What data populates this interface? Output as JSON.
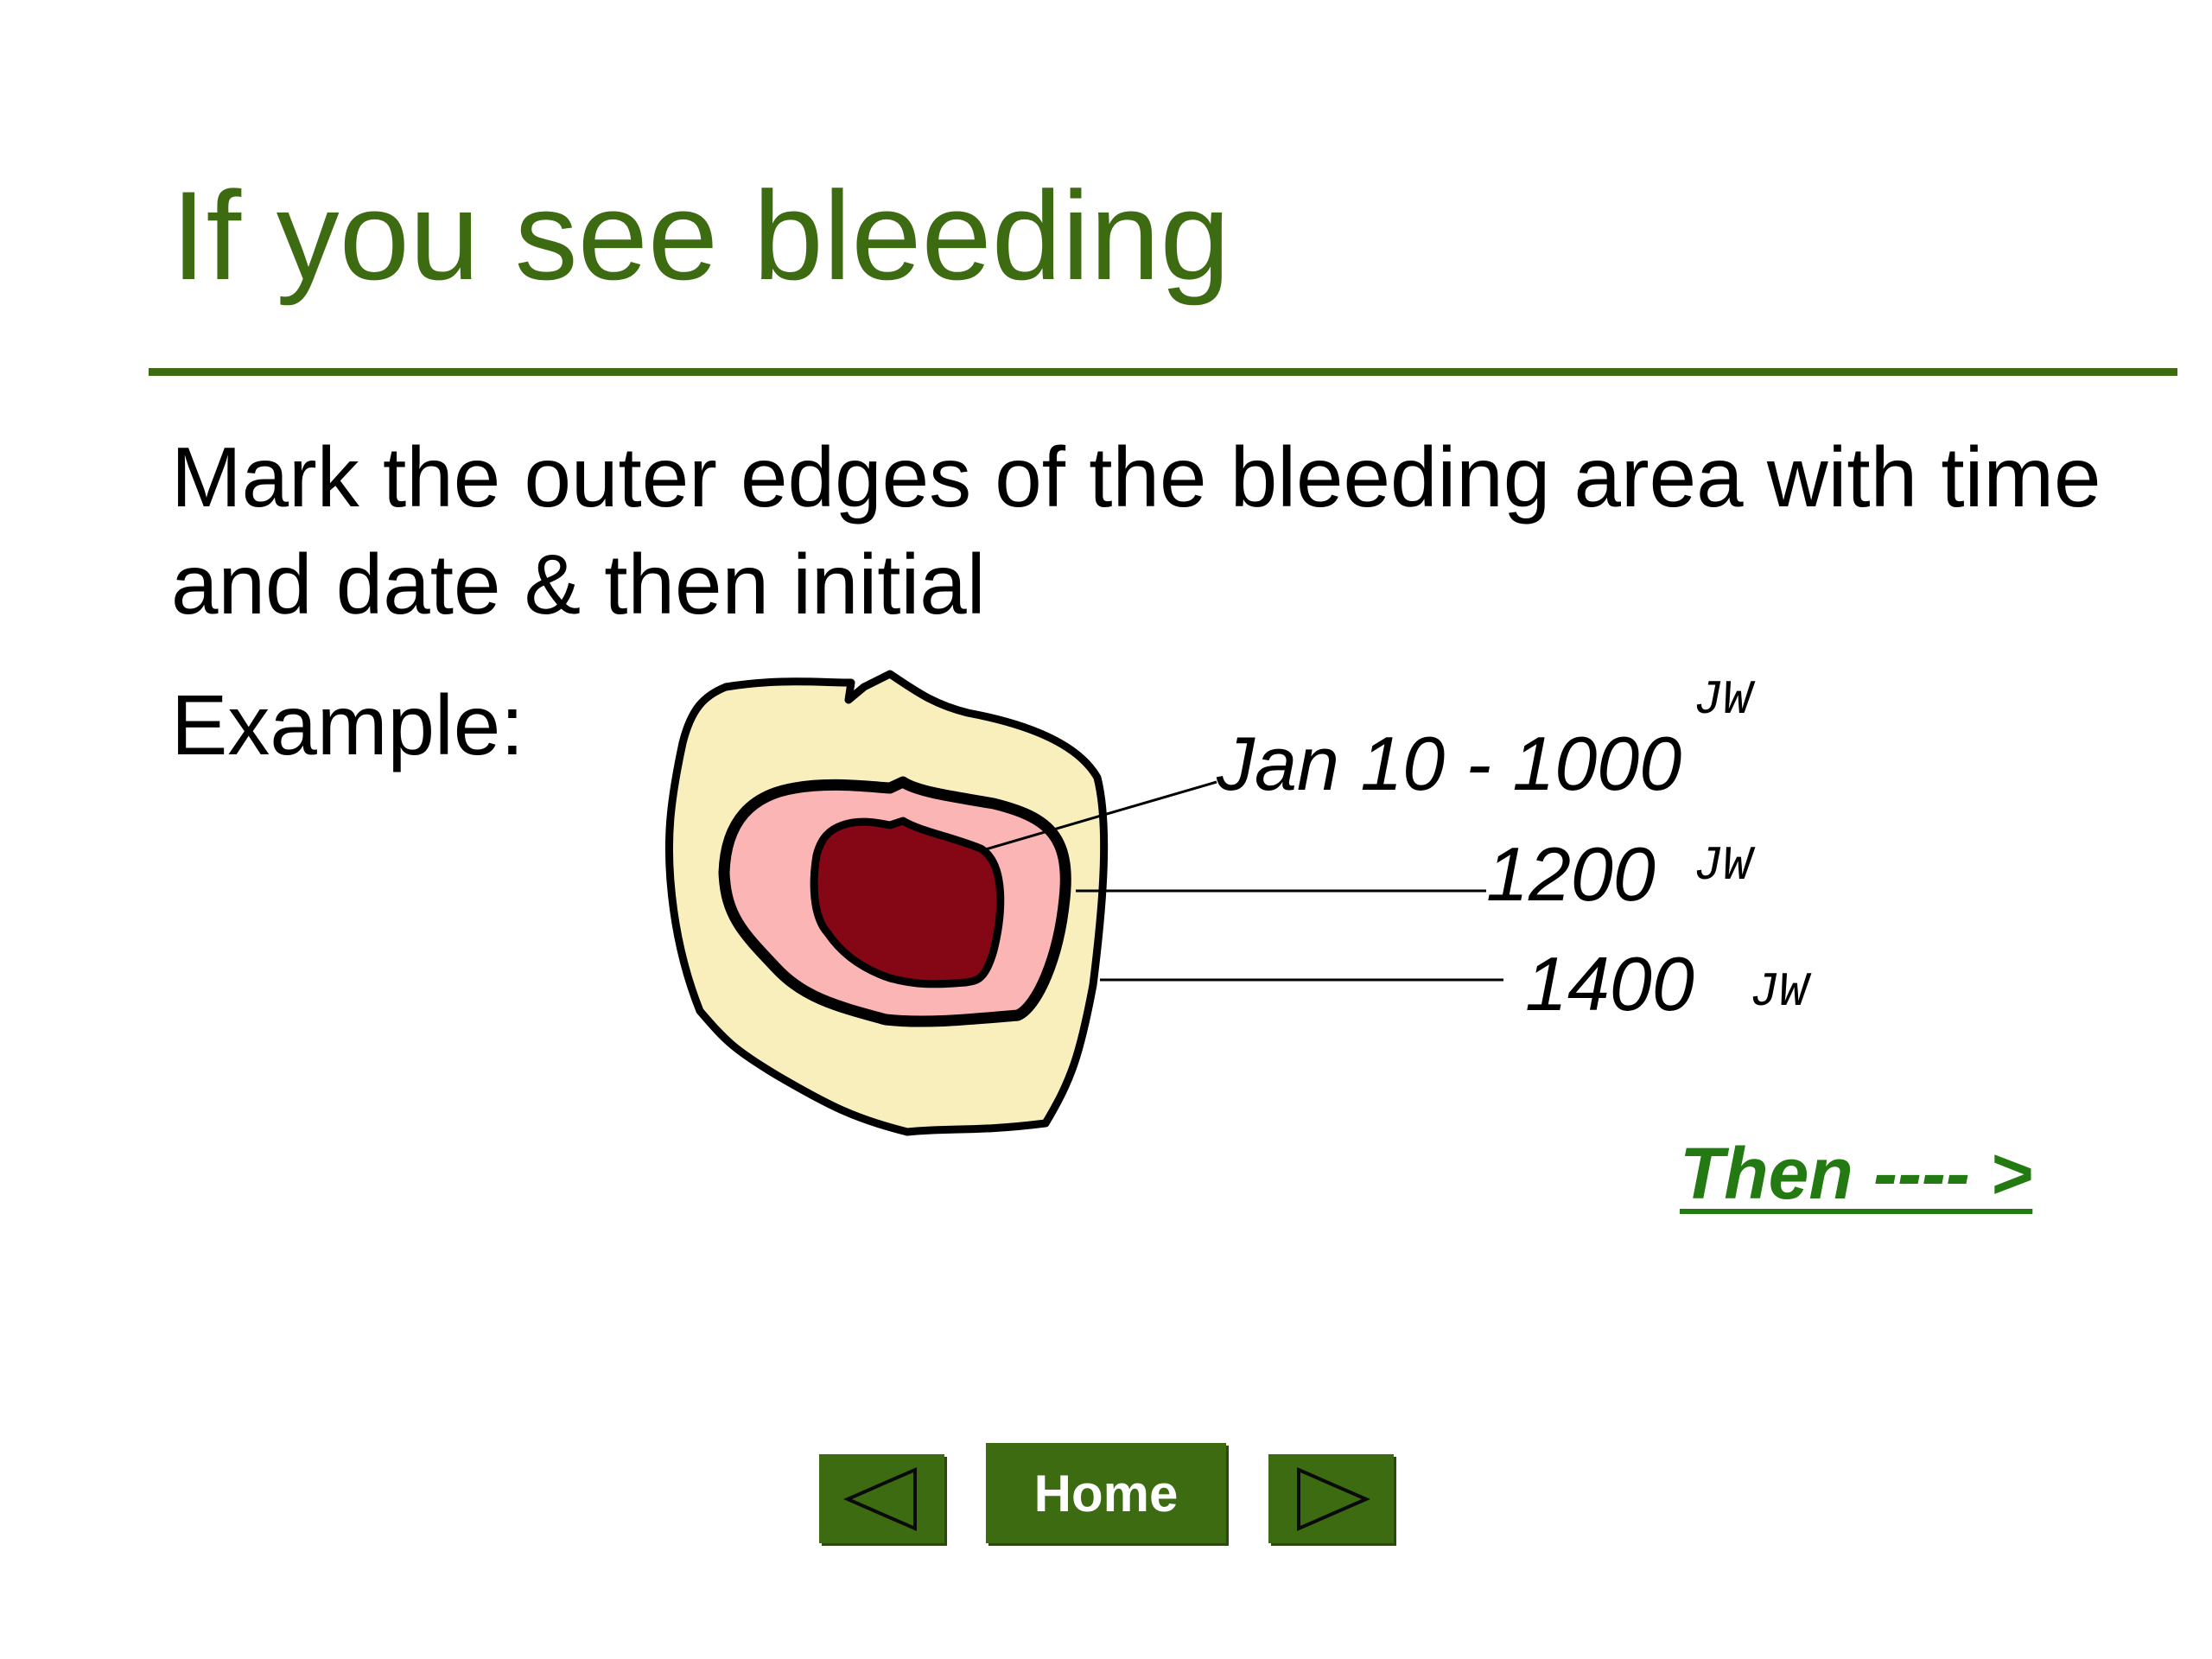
{
  "title": "If you see bleeding",
  "instruction": "Mark the outer edges of the bleeding area with time and date & then initial",
  "example_label": "Example:",
  "diagram": {
    "labels": [
      {
        "text": "Jan 10 - 1000",
        "initials": "JW"
      },
      {
        "text": "1200",
        "initials": "JW"
      },
      {
        "text": "1400",
        "initials": "JW"
      }
    ],
    "colors": {
      "outer": "#f9efbc",
      "middle": "#fbb5b5",
      "inner": "#850716"
    }
  },
  "then_link": "Then ---- >",
  "nav": {
    "prev_icon": "left-triangle-icon",
    "home_label": "Home",
    "next_icon": "right-triangle-icon"
  },
  "theme": {
    "accent": "#3d6b12",
    "link": "#237a12"
  }
}
